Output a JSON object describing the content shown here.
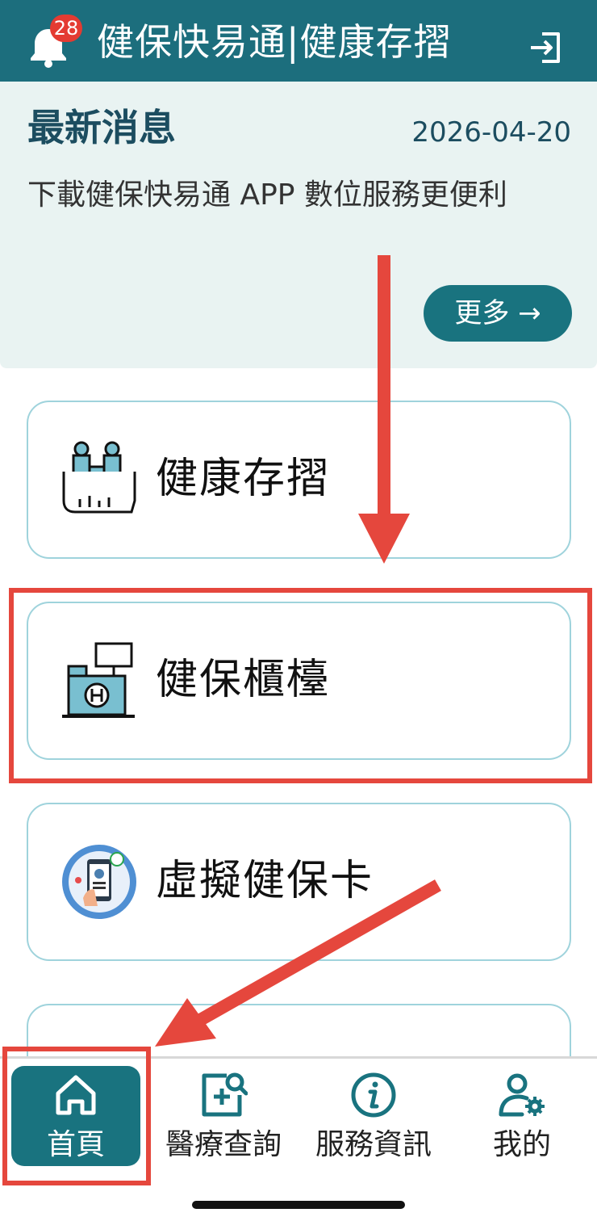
{
  "header": {
    "notification_count": "28",
    "title": "健保快易通|健康存摺"
  },
  "news": {
    "title": "最新消息",
    "date": "2026-04-20",
    "body": "下載健保快易通 APP 數位服務更便利",
    "more_label": "更多 →"
  },
  "cards": [
    {
      "label": "健康存摺",
      "icon": "health-passbook-icon"
    },
    {
      "label": "健保櫃檯",
      "icon": "counter-icon"
    },
    {
      "label": "虛擬健保卡",
      "icon": "virtual-card-icon"
    }
  ],
  "bottom_nav": [
    {
      "label": "首頁",
      "icon": "home-icon",
      "active": true
    },
    {
      "label": "醫療查詢",
      "icon": "medical-search-icon"
    },
    {
      "label": "服務資訊",
      "icon": "info-icon"
    },
    {
      "label": "我的",
      "icon": "user-settings-icon"
    }
  ],
  "colors": {
    "primary": "#1c6e7d",
    "news_bg": "#e9f3f2",
    "card_border": "#9fd3dc",
    "annotation_red": "#e5473d"
  }
}
